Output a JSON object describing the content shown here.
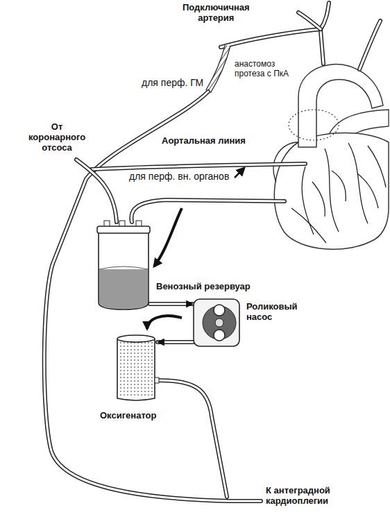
{
  "diagram": {
    "nodes": [
      {
        "text": [
          "Венозный резервуар"
        ]
      },
      {
        "text": [
          "Роликовый насос"
        ]
      },
      {
        "text": [
          "Оксигенатор"
        ]
      }
    ],
    "edges": [
      {
        "from": 0,
        "to": 1,
        "arrow": "to"
      },
      {
        "from": 1,
        "to": 2,
        "arrow": "to"
      }
    ],
    "labels": [
      "Подключичная артерия",
      "анастомоз протеза с ПкА",
      "для перф. ГМ",
      "От коронарного отсоса",
      "Аортальная линия",
      "для перф. вн. органов",
      "К антеградной кардиоплегии"
    ]
  }
}
